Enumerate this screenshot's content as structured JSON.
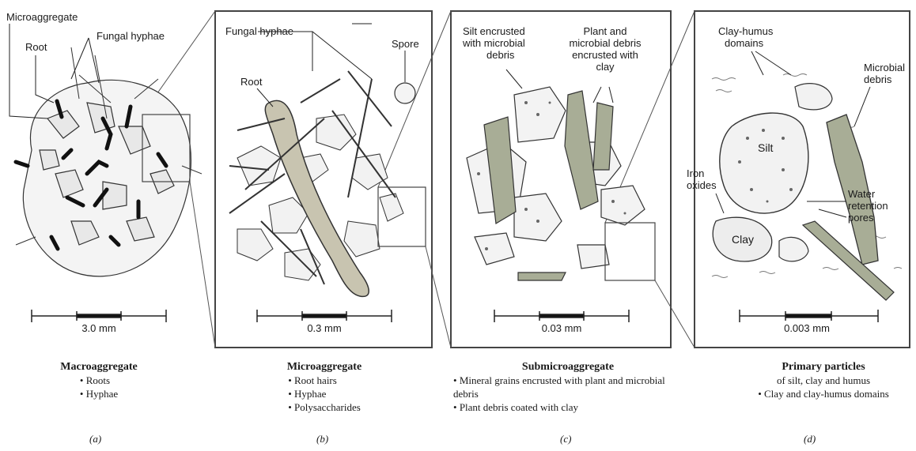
{
  "panels": {
    "a": {
      "labels": {
        "microaggregate": "Microaggregate",
        "root": "Root",
        "fungal_hyphae": "Fungal hyphae"
      },
      "scale": "3.0 mm",
      "title": "Macroaggregate",
      "items": [
        "Roots",
        "Hyphae"
      ],
      "letter": "(a)"
    },
    "b": {
      "labels": {
        "fungal_hyphae": "Fungal hyphae",
        "spore": "Spore",
        "root": "Root"
      },
      "scale": "0.3 mm",
      "title": "Microaggregate",
      "items": [
        "Root hairs",
        "Hyphae",
        "Polysaccharides"
      ],
      "letter": "(b)"
    },
    "c": {
      "labels": {
        "silt_line1": "Silt encrusted",
        "silt_line2": "with microbial",
        "silt_line3": "debris",
        "plant_line1": "Plant and",
        "plant_line2": "microbial debris",
        "plant_line3": "encrusted with",
        "plant_line4": "clay"
      },
      "scale": "0.03 mm",
      "title": "Submicroaggregate",
      "items": [
        "Mineral grains encrusted with plant and microbial debris",
        "Plant debris coated with clay"
      ],
      "letter": "(c)"
    },
    "d": {
      "labels": {
        "clay_humus_line1": "Clay-humus",
        "clay_humus_line2": "domains",
        "microbial_line1": "Microbial",
        "microbial_line2": "debris",
        "silt": "Silt",
        "iron_line1": "Iron",
        "iron_line2": "oxides",
        "water_line1": "Water",
        "water_line2": "retention",
        "water_line3": "pores",
        "clay": "Clay"
      },
      "scale": "0.003 mm",
      "title": "Primary particles",
      "subtitle": "of silt, clay and humus",
      "items": [
        "Clay and clay-humus domains"
      ],
      "letter": "(d)"
    }
  }
}
